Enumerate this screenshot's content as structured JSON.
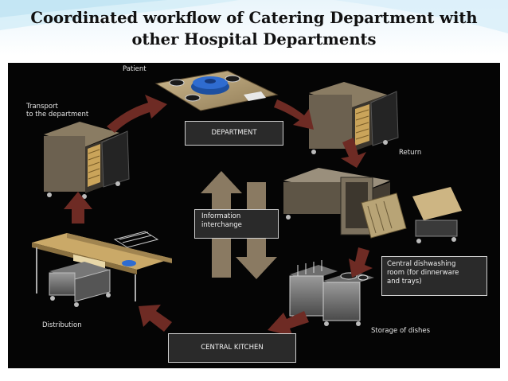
{
  "slide": {
    "title_line1": "Coordinated workflow of Catering Department with",
    "title_line2": "other Hospital Departments"
  },
  "diagram": {
    "labels": {
      "patient": "Patient",
      "transport": "Transport\nto the department",
      "return": "Return",
      "distribution": "Distribution",
      "storage": "Storage of dishes"
    },
    "boxes": {
      "department": "DEPARTMENT",
      "information": "Information\ninterchange",
      "dishwashing": "Central dishwashing\nroom (for dinnerware\nand trays)",
      "kitchen": "CENTRAL KITCHEN"
    },
    "colors": {
      "background": "#050505",
      "flow_arrow": "#6e2b24",
      "info_arrow": "#8a7a62",
      "box_fill": "#2a2a2a",
      "box_border": "#cfcfcf"
    }
  }
}
